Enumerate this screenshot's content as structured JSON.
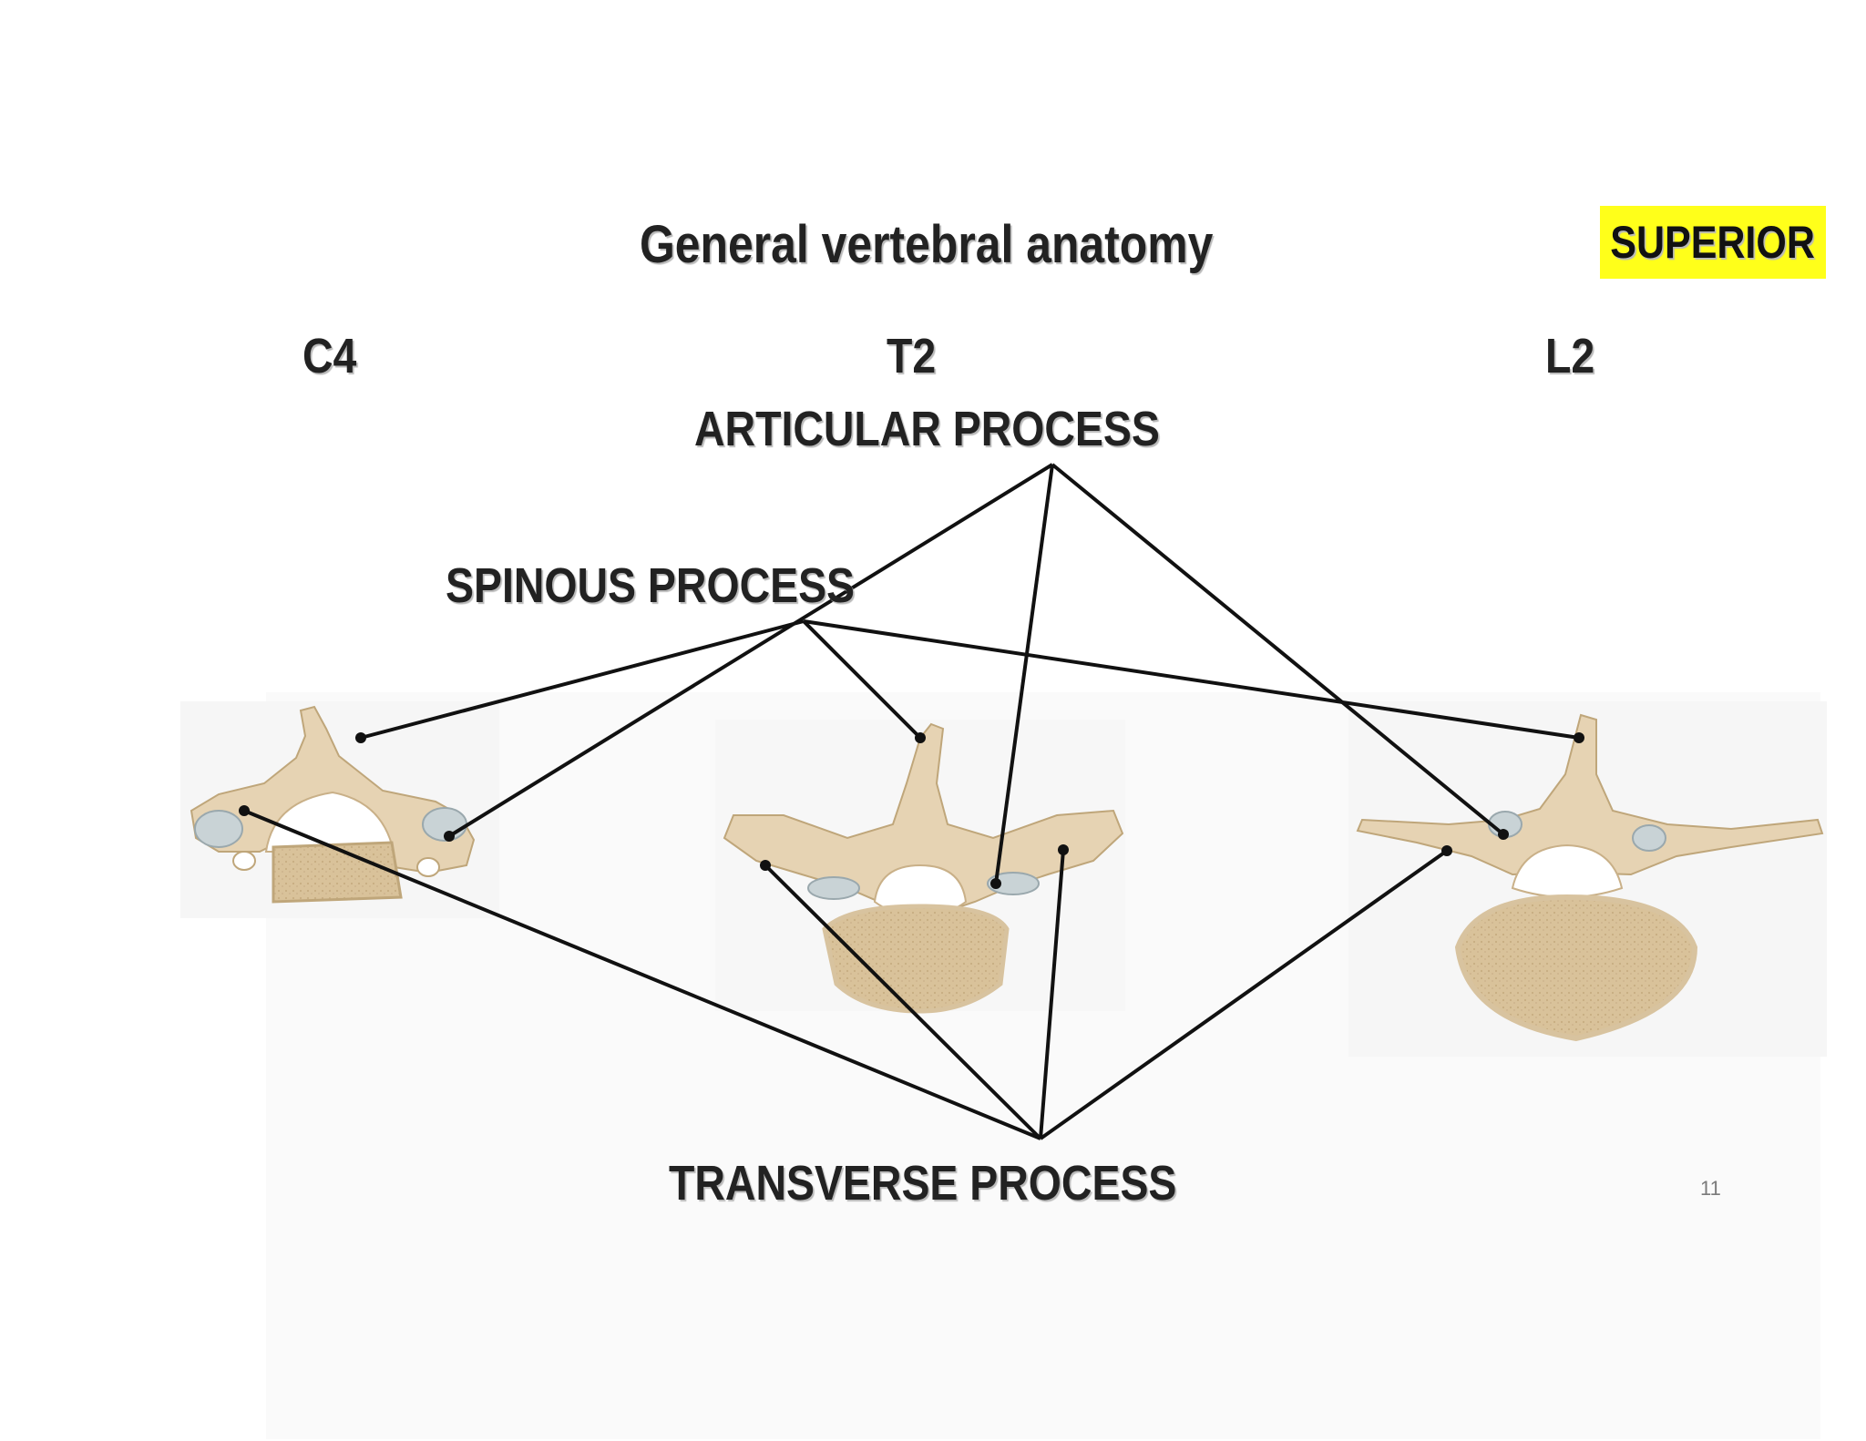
{
  "slide": {
    "title": "General vertebral anatomy",
    "view_badge": "SUPERIOR",
    "badge_color": "#ffff1a",
    "page_number": "11"
  },
  "vertebrae": {
    "c4": "C4",
    "t2": "T2",
    "l2": "L2"
  },
  "labels": {
    "articular": "ARTICULAR PROCESS",
    "spinous": "SPINOUS PROCESS",
    "transverse": "TRANSVERSE PROCESS"
  },
  "colors": {
    "bone": "#e6d3b3",
    "cartilage": "#c9d3d6",
    "leader_line": "#111111"
  },
  "images": {
    "c4_illustration": "superior-view-cervical-vertebra",
    "t2_illustration": "superior-view-thoracic-vertebra",
    "l2_illustration": "superior-view-lumbar-vertebra"
  }
}
